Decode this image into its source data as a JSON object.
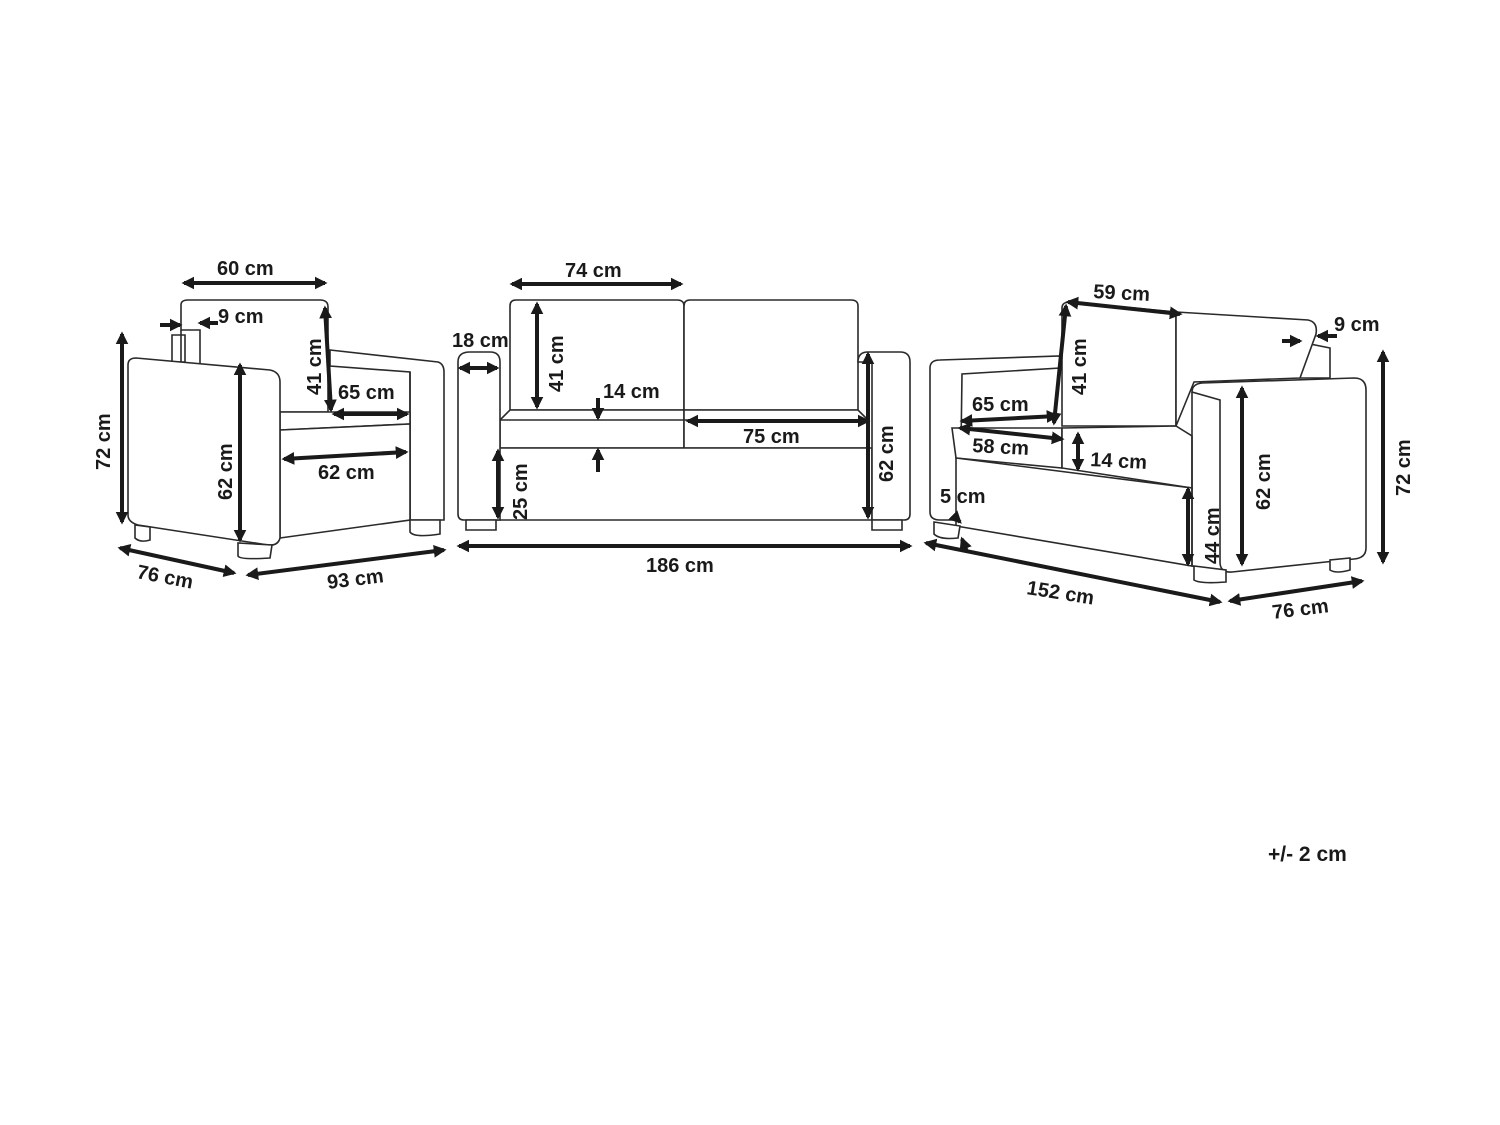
{
  "armchair": {
    "back_width": "60 cm",
    "back_thickness": "9 cm",
    "back_height": "41 cm",
    "seat_depth": "65 cm",
    "total_height": "72 cm",
    "arm_height": "62 cm",
    "seat_width": "62 cm",
    "depth": "76 cm",
    "width": "93 cm"
  },
  "three_seater": {
    "cushion_width": "74 cm",
    "arm_width": "18 cm",
    "back_height": "41 cm",
    "seat_thickness": "14 cm",
    "seat_width": "75 cm",
    "arm_height": "62 cm",
    "seat_height": "25 cm",
    "total_width": "186 cm"
  },
  "two_seater": {
    "cushion_width": "59 cm",
    "back_thickness": "9 cm",
    "back_height": "41 cm",
    "seat_depth": "65 cm",
    "seat_width": "58 cm",
    "seat_thickness": "14 cm",
    "leg_height": "5 cm",
    "seat_height": "44 cm",
    "arm_height": "62 cm",
    "total_height": "72 cm",
    "total_width": "152 cm",
    "depth": "76 cm"
  },
  "tolerance": "+/- 2 cm"
}
